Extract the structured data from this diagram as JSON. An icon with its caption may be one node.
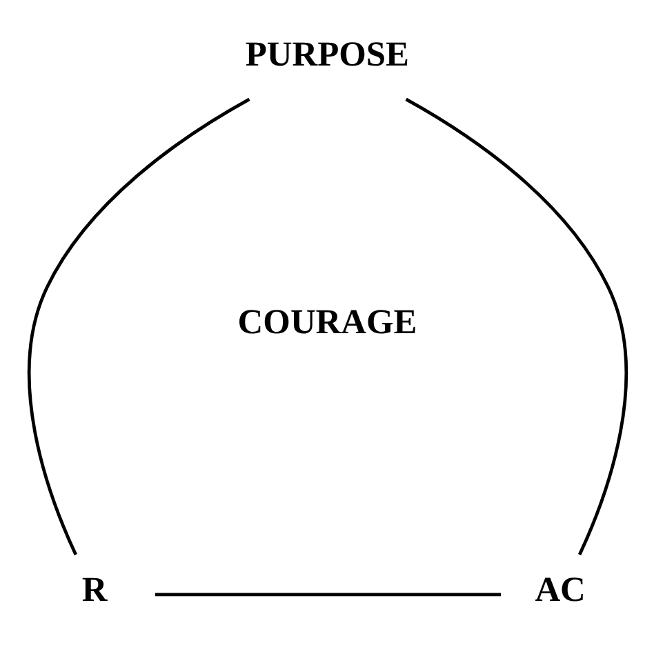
{
  "diagram": {
    "nodes": [
      {
        "text": [
          "PURPOSE"
        ]
      },
      {
        "text": [
          "R"
        ]
      },
      {
        "text": [
          "AC"
        ]
      }
    ],
    "edges": [
      {
        "from": 0,
        "to": 1,
        "arrow": "none"
      },
      {
        "from": 0,
        "to": 2,
        "arrow": "none"
      },
      {
        "from": 1,
        "to": 2,
        "arrow": "none"
      }
    ],
    "labels": [
      "COURAGE"
    ]
  }
}
